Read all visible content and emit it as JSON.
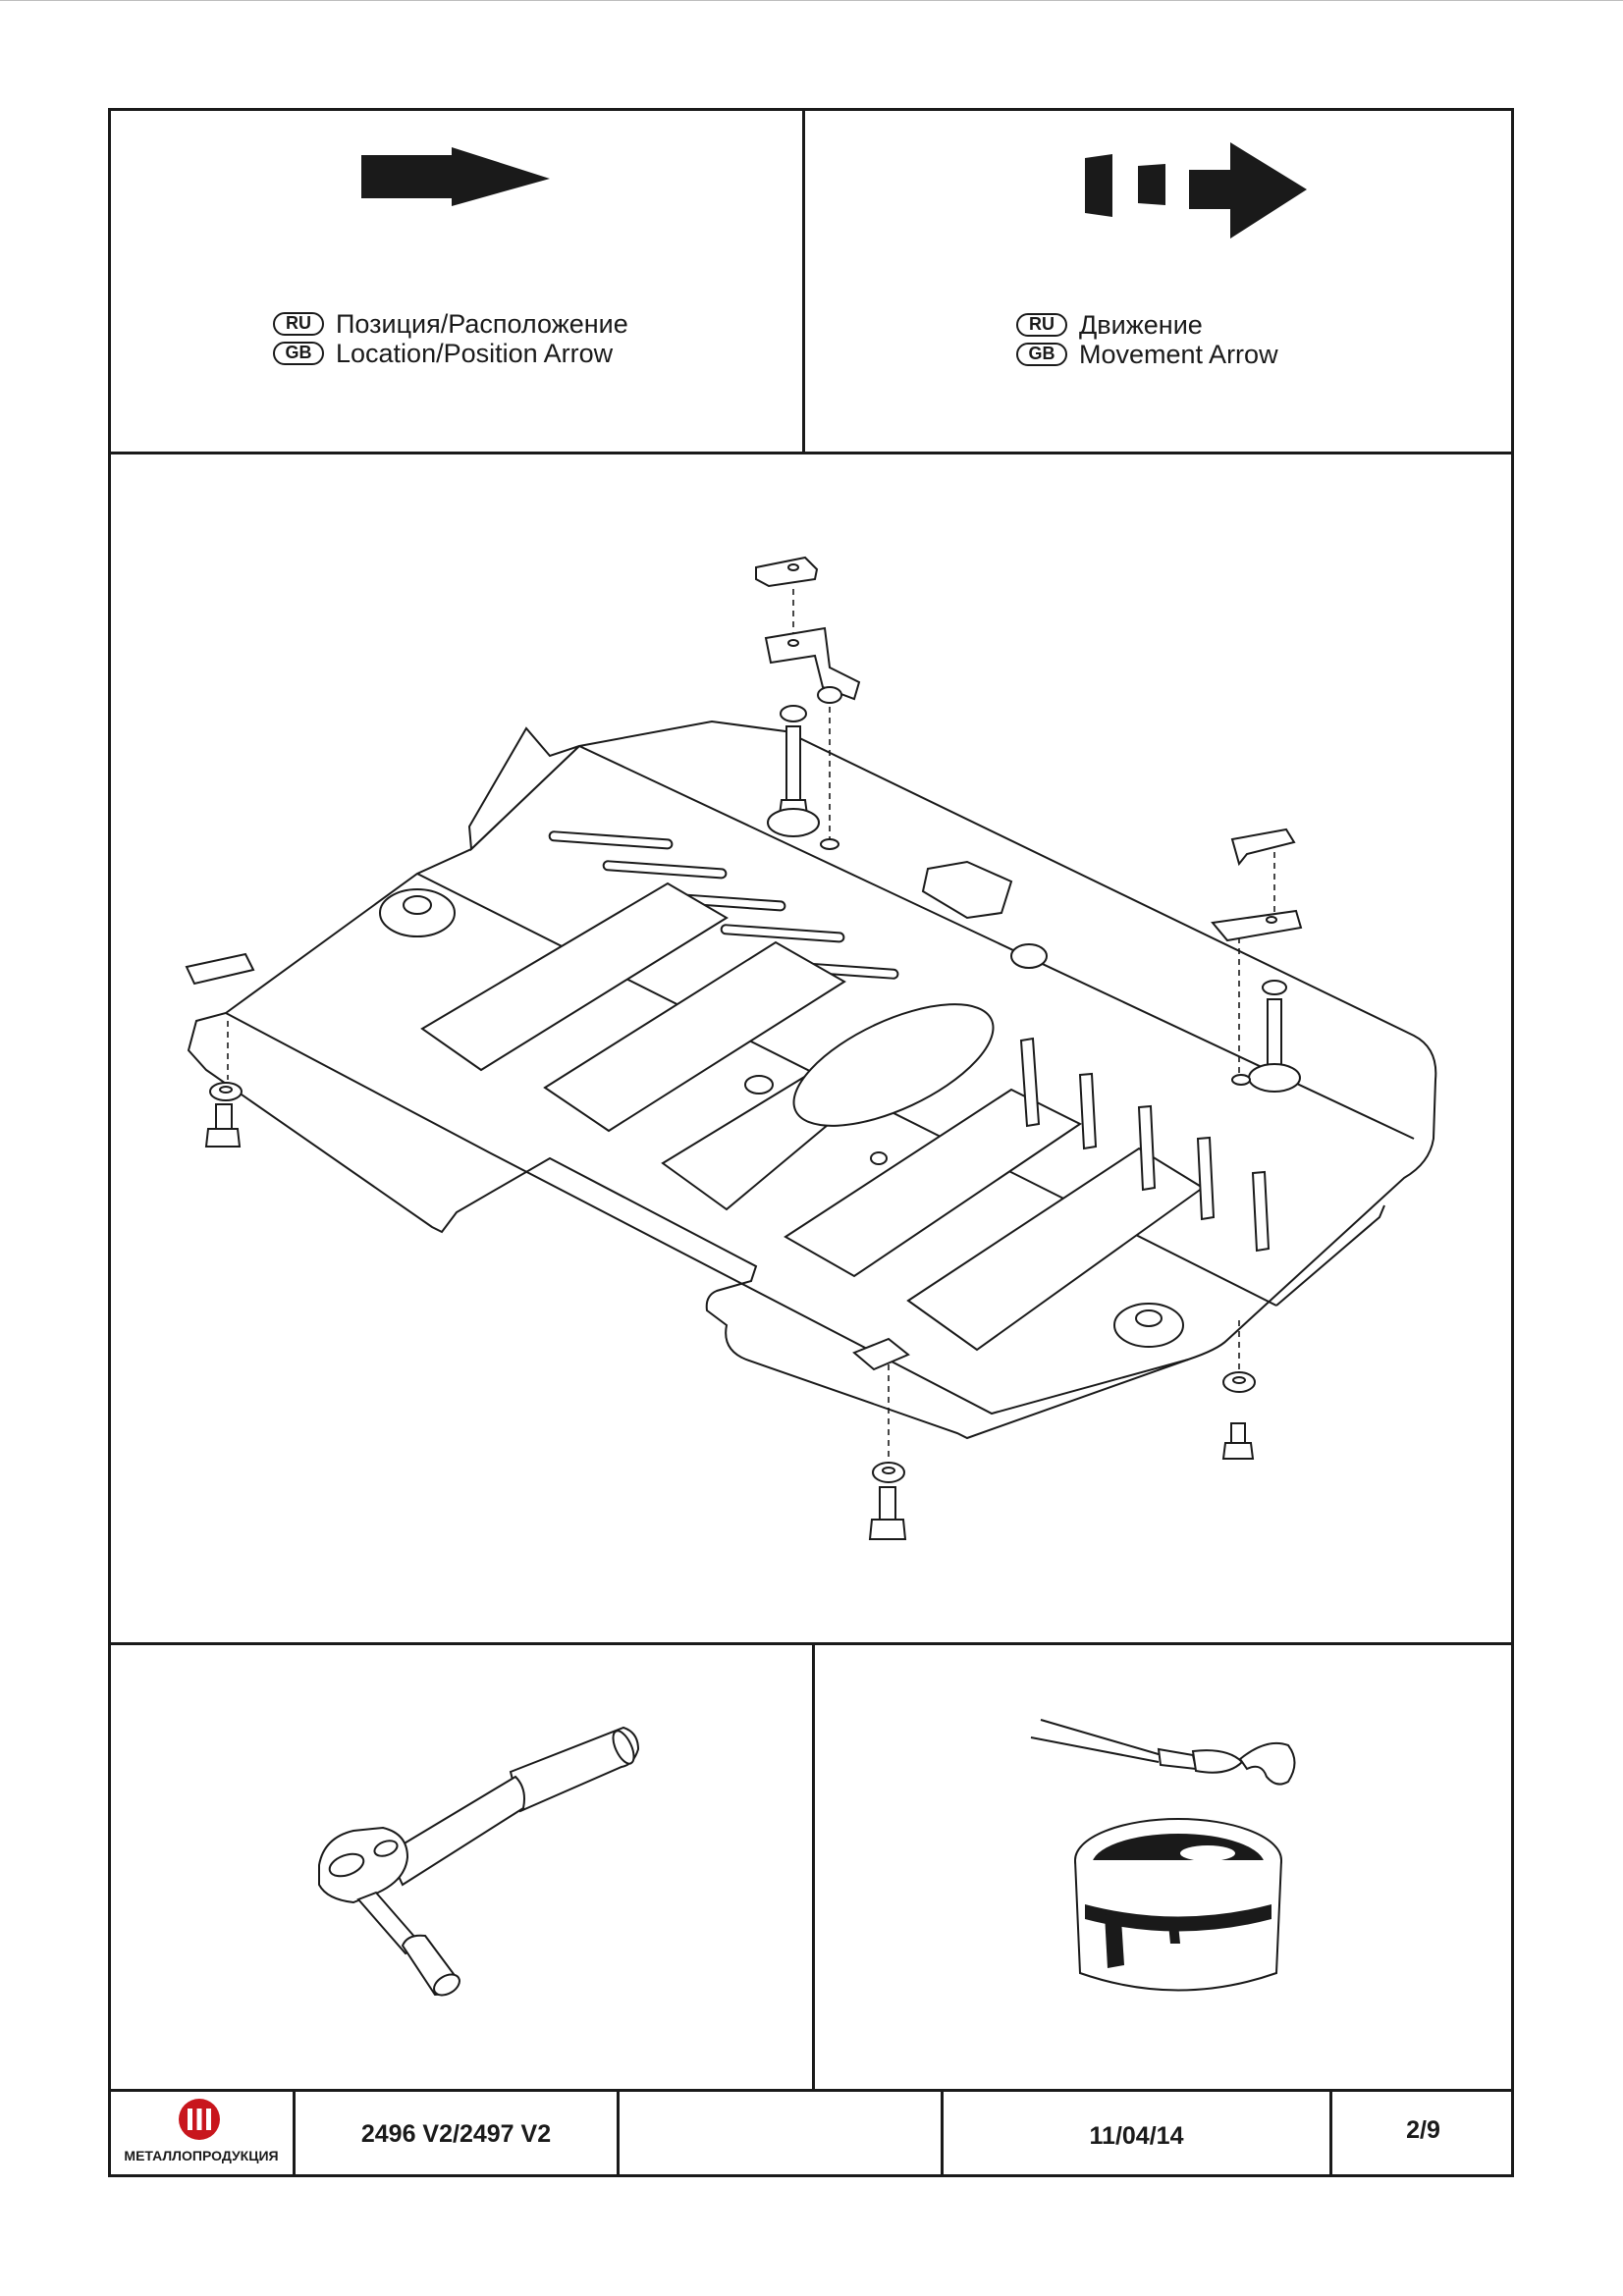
{
  "legend_location": {
    "ru_badge": "RU",
    "gb_badge": "GB",
    "ru_text": "Позиция/Расположение",
    "gb_text": "Location/Position Arrow"
  },
  "legend_movement": {
    "ru_badge": "RU",
    "gb_badge": "GB",
    "ru_text": "Движение",
    "gb_text": "Movement Arrow"
  },
  "title_block": {
    "company": "МЕТАЛЛОПРОДУКЦИЯ",
    "part_number": "2496 V2/2497 V2",
    "blank": "",
    "date": "11/04/14",
    "page": "2/9"
  },
  "colors": {
    "line": "#1a1a1a",
    "logo_red": "#c8161d",
    "paint": "#1a1a1a"
  },
  "icons": [
    "location-arrow-icon",
    "movement-arrow-icon",
    "ratchet-wrench-icon",
    "paint-brush-can-icon",
    "company-logo-icon"
  ]
}
